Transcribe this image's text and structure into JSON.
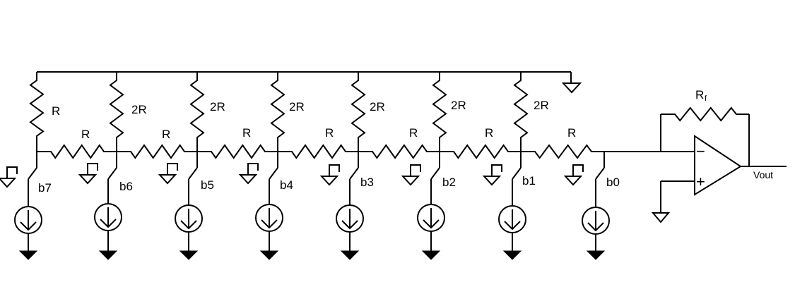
{
  "diagram": {
    "title": "8-bit R-2R ladder current-switching DAC with op-amp transimpedance output",
    "shunt_resistors": [
      {
        "label": "R",
        "bit": "b7"
      },
      {
        "label": "2R",
        "bit": "b6"
      },
      {
        "label": "2R",
        "bit": "b5"
      },
      {
        "label": "2R",
        "bit": "b4"
      },
      {
        "label": "2R",
        "bit": "b3"
      },
      {
        "label": "2R",
        "bit": "b2"
      },
      {
        "label": "2R",
        "bit": "b1"
      }
    ],
    "series_resistors": [
      "R",
      "R",
      "R",
      "R",
      "R",
      "R",
      "R"
    ],
    "switches": [
      "b7",
      "b6",
      "b5",
      "b4",
      "b3",
      "b2",
      "b1",
      "b0"
    ],
    "feedback_resistor": {
      "label": "R",
      "subscript": "f"
    },
    "opamp": {
      "inverting": "−",
      "non_inverting": "+"
    },
    "output_label": "Vout",
    "icons": {
      "ground": "ground-icon",
      "current_source": "current-source-icon",
      "filled_ground_arrow": "supply-arrow-icon"
    }
  }
}
